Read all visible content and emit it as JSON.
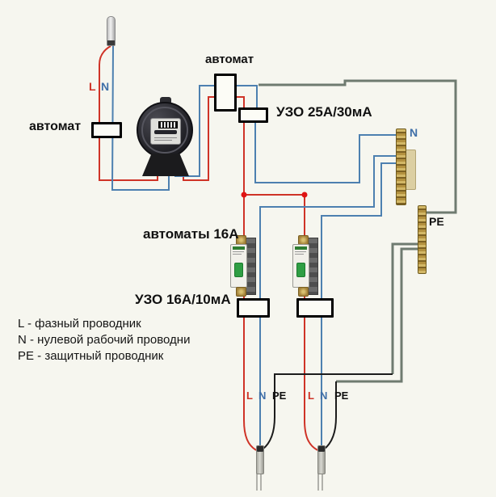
{
  "colors": {
    "l": "#cf3327",
    "n": "#4d80b0",
    "pe_wire": "#6f7b70",
    "pe_drop": "#1c1c1c",
    "junction": "#e01414",
    "strand": "#9a9a94"
  },
  "labels": {
    "breaker_main": "автомат",
    "breaker_top": "автомат",
    "rcd_main": "УЗО 25А/30мА",
    "branch_breakers": "автоматы 16А",
    "rcd_branch": "УЗО 16А/10мА",
    "input_l": "L",
    "input_n": "N",
    "bus_n": "N",
    "bus_pe": "PE",
    "circuit1_l": "L",
    "circuit1_n": "N",
    "circuit1_pe": "PE",
    "circuit2_l": "L",
    "circuit2_n": "N",
    "circuit2_pe": "PE"
  },
  "legend": {
    "items": [
      "L - фазный проводник",
      "N - нулевой рабочий проводни",
      "PE - защитный проводник"
    ]
  }
}
